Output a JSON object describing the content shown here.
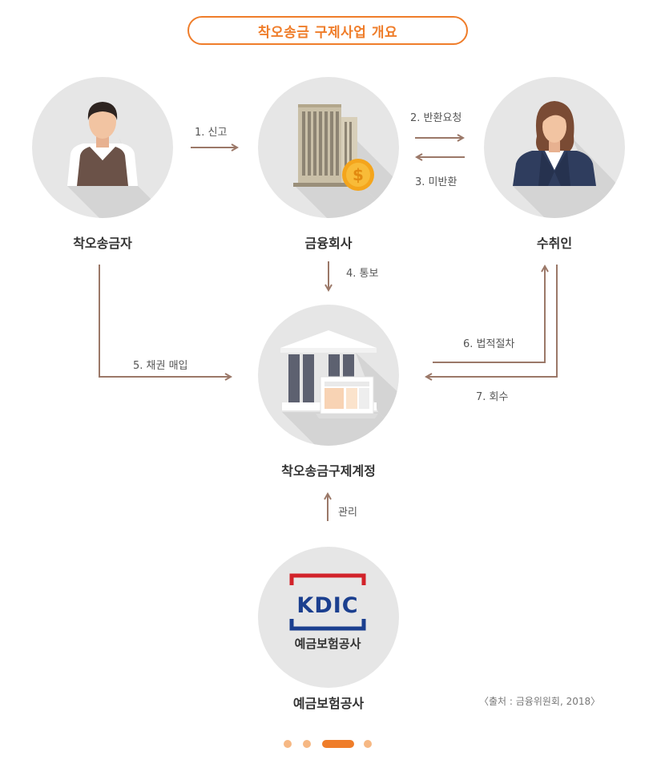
{
  "title": "착오송금 구제사업 개요",
  "nodes": {
    "sender": "착오송금자",
    "bank": "금융회사",
    "receiver": "수취인",
    "relief_account": "착오송금구제계정",
    "kdic": "예금보험공사"
  },
  "edges": {
    "report": "1. 신고",
    "return_request": "2. 반환요청",
    "not_returned": "3. 미반환",
    "notify": "4. 통보",
    "bond_purchase": "5. 채권 매입",
    "legal_process": "6. 법적절차",
    "recovery": "7. 회수",
    "manage": "관리"
  },
  "kdic_logo": {
    "text": "KDIC",
    "name": "예금보험공사"
  },
  "source": "〈출처 : 금융위원회, 2018〉",
  "pagination": {
    "count": 4,
    "active": 2
  },
  "colors": {
    "accent": "#ef7d2a",
    "arrow": "#9b7868",
    "circle": "#e6e6e6",
    "shadow": "#d4d4d4"
  }
}
